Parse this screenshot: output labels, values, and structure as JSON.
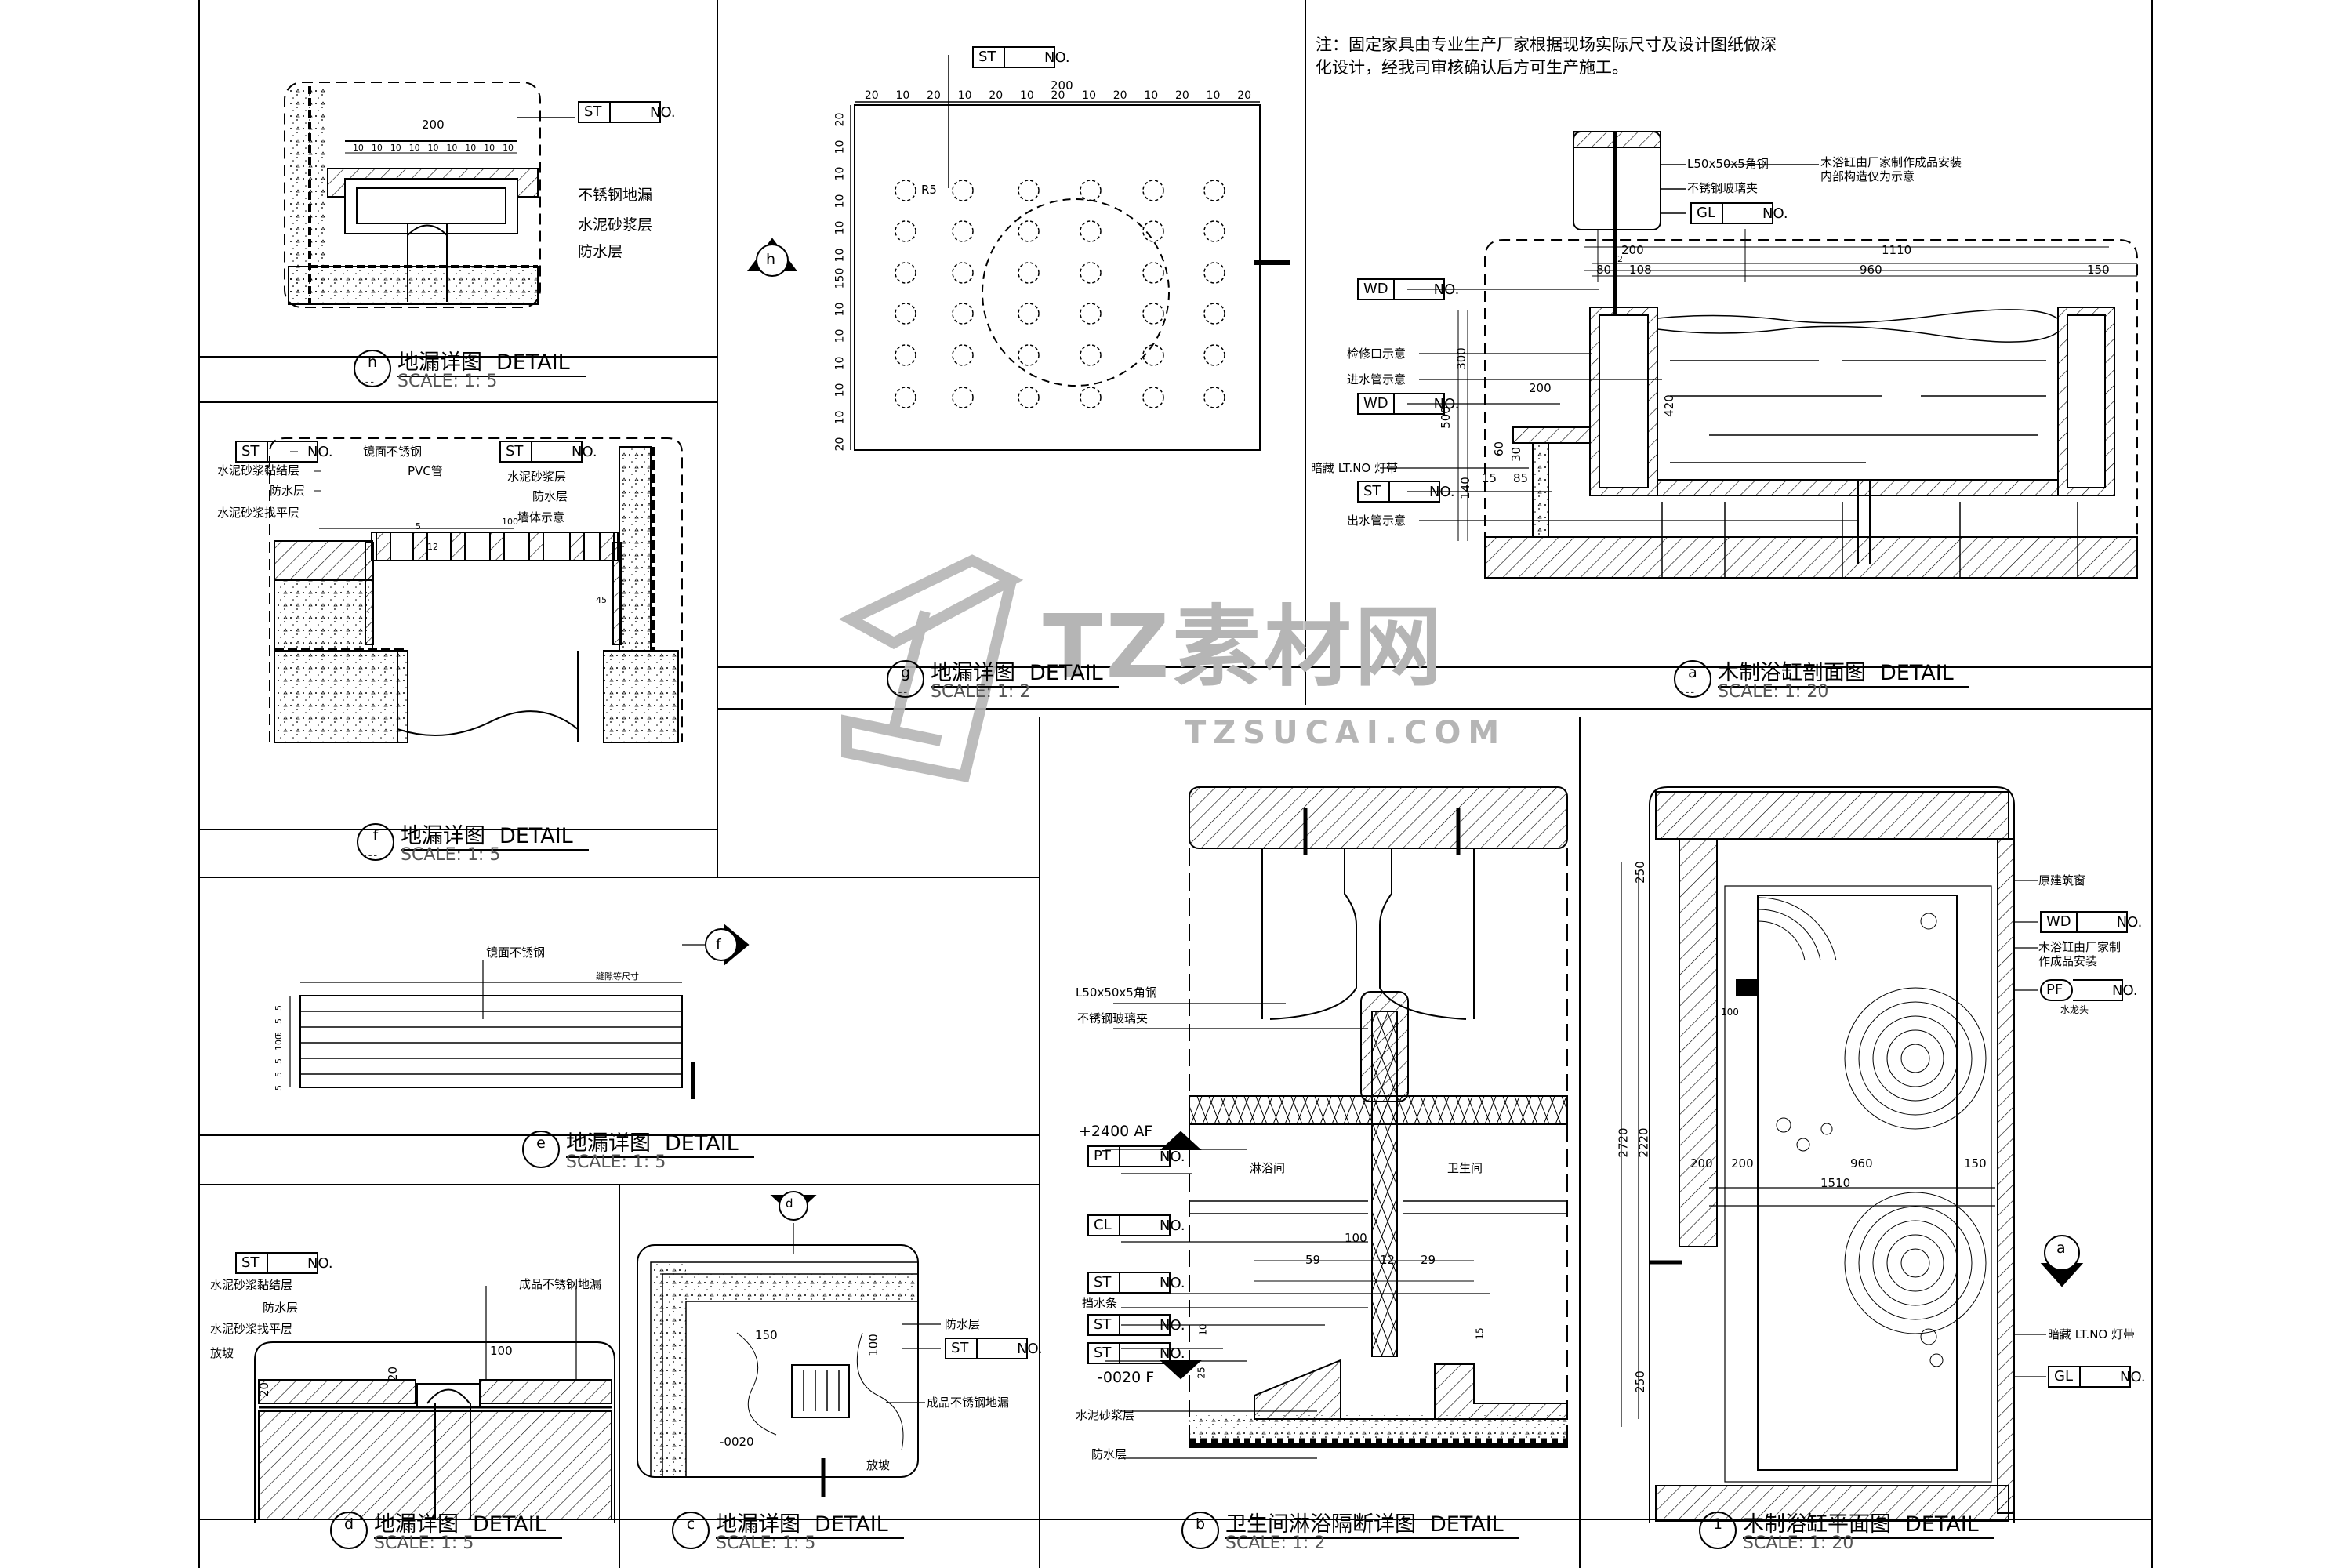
{
  "watermark": {
    "logo": "TZ素材网",
    "url": "TZSUCAI.COM"
  },
  "common": {
    "no": "NO.",
    "detail": "DETAIL",
    "scale_dash": "---"
  },
  "panels": {
    "h": {
      "mark": "h",
      "title": "地漏详图",
      "scale": "SCALE: 1: 5",
      "tag": "ST",
      "labels": [
        "不锈钢地漏",
        "水泥砂浆层",
        "防水层"
      ],
      "dim": "200",
      "subdims": [
        "10",
        "10",
        "10",
        "10",
        "10",
        "10",
        "10",
        "10",
        "10"
      ]
    },
    "g": {
      "mark": "g",
      "title": "地漏详图",
      "scale": "SCALE: 1: 2",
      "tag": "ST",
      "dim": "200",
      "radius": "R5",
      "section": "h",
      "top_dims": [
        "20",
        "10",
        "20",
        "10",
        "20",
        "10",
        "20",
        "10",
        "20",
        "10",
        "20",
        "10",
        "20"
      ],
      "left_dims": [
        "20",
        "10",
        "10",
        "10",
        "10",
        "10",
        "150",
        "10",
        "10",
        "10",
        "10",
        "10",
        "20"
      ]
    },
    "a": {
      "mark": "a",
      "title": "木制浴缸剖面图",
      "scale": "SCALE: 1: 20",
      "note": [
        "注：固定家具由专业生产厂家根据现场实际尺寸及设计图纸做深",
        "化设计，经我司审核确认后方可生产施工。"
      ],
      "angle_steel": "L50x50x5角钢",
      "glass_clip": "不锈钢玻璃夹",
      "tag_gl": "GL",
      "tub_note": [
        "木浴缸由厂家制作成品安装",
        "内部构造仅为示意"
      ],
      "tag_wd": "WD",
      "access": "检修口示意",
      "inlet": "进水管示意",
      "led": "暗藏 LT.NO 灯带",
      "tag_st": "ST",
      "outlet": "出水管示意",
      "dims": {
        "d200": "200",
        "d1110": "1110",
        "d80": "80",
        "d12": "12",
        "d108": "108",
        "d960": "960",
        "d150": "150",
        "d300": "300",
        "d500": "500",
        "d420": "420",
        "d200b": "200",
        "d60": "60",
        "d30": "30",
        "d140": "140",
        "d15": "15",
        "d85": "85"
      }
    },
    "f": {
      "mark": "f",
      "title": "地漏详图",
      "scale": "SCALE: 1: 5",
      "tag": "ST",
      "left": [
        "水泥砂浆黏结层",
        "防水层",
        "水泥砂浆找平层"
      ],
      "mirror_steel": "镜面不锈钢",
      "pvc": "PVC管",
      "right": [
        "水泥砂浆层",
        "防水层",
        "墙体示意"
      ],
      "dims": {
        "d100": "100",
        "d5": "5",
        "d12": "12",
        "d45": "45"
      }
    },
    "e": {
      "mark": "e",
      "title": "地漏详图",
      "scale": "SCALE: 1: 5",
      "mirror_steel": "镜面不锈钢",
      "gap": "缝隙等尺寸",
      "section": "f",
      "left_dims": [
        "5",
        "5",
        "5",
        "100",
        "5",
        "5",
        "5"
      ]
    },
    "d": {
      "mark": "d",
      "title": "地漏详图",
      "scale": "SCALE: 1: 5",
      "tag": "ST",
      "left": [
        "水泥砂浆黏结层",
        "防水层",
        "水泥砂浆找平层",
        "放坡"
      ],
      "drain": "成品不锈钢地漏",
      "dims": {
        "d100": "100",
        "d20": "20",
        "d20b": "20"
      }
    },
    "c": {
      "mark": "c",
      "title": "地漏详图",
      "scale": "SCALE: 1: 5",
      "waterproof": "防水层",
      "tag": "ST",
      "drain": "成品不锈钢地漏",
      "level": "-0020",
      "slope": "放坡",
      "section": "d",
      "dims": {
        "d150": "150",
        "d100": "100"
      }
    },
    "b": {
      "mark": "b",
      "title": "卫生间淋浴隔断详图",
      "scale": "SCALE: 1: 2",
      "angle_steel": "L50x50x5角钢",
      "glass_clip": "不锈钢玻璃夹",
      "level_top": "+2400 AF",
      "tag_pt": "PT",
      "shower": "淋浴间",
      "toilet": "卫生间",
      "tag_cl": "CL",
      "tag_st": "ST",
      "water_bar": "挡水条",
      "level_bottom": "-0020 F",
      "mortar": "水泥砂浆层",
      "waterproof": "防水层",
      "dims": {
        "d100": "100",
        "d59": "59",
        "d12": "12",
        "d29": "29",
        "d10": "10",
        "d25": "25",
        "d15": "15"
      }
    },
    "p1": {
      "mark": "1",
      "title": "木制浴缸平面图",
      "scale": "SCALE: 1: 20",
      "window": "原建筑窗",
      "tag_wd": "WD",
      "tub_note": [
        "木浴缸由厂家制",
        "作成品安装"
      ],
      "tag_pf": "PF",
      "faucet": "水龙头",
      "led": "暗藏 LT.NO 灯带",
      "tag_gl": "GL",
      "section": "a",
      "dims": {
        "d250": "250",
        "d2720": "2720",
        "d2220": "2220",
        "d250b": "250",
        "d200": "200",
        "d200b": "200",
        "d960": "960",
        "d150": "150",
        "d1510": "1510",
        "d100": "100"
      }
    }
  }
}
